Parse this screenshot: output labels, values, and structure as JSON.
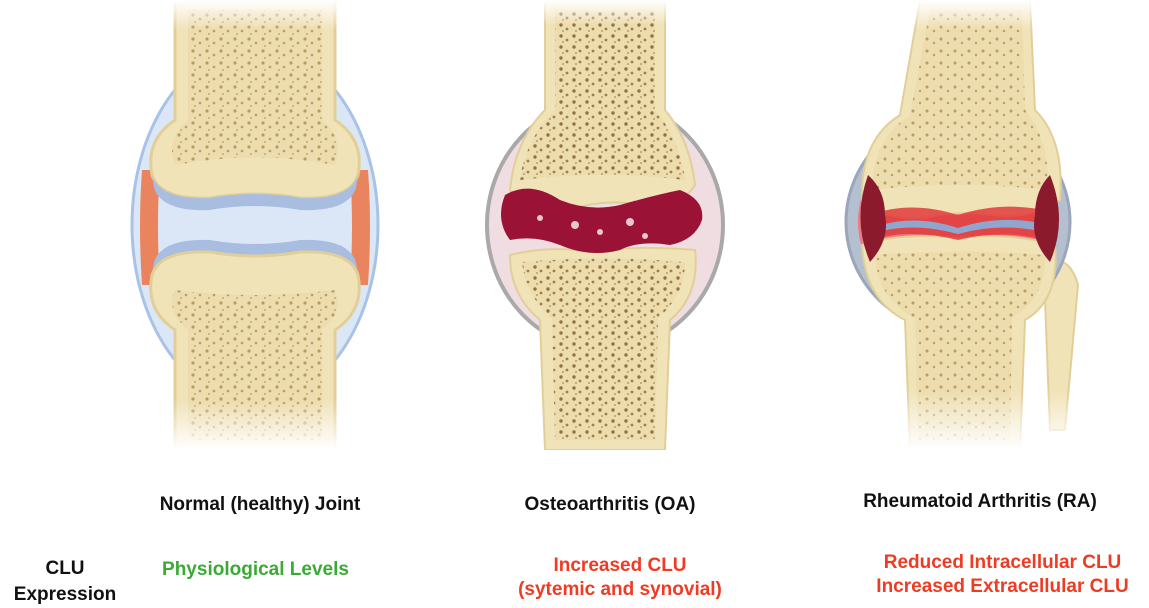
{
  "row_label": {
    "line1": "CLU",
    "line2": "Expression"
  },
  "panels": [
    {
      "title": "Normal (healthy) Joint",
      "expression": [
        "Physiological Levels"
      ],
      "expression_color": "#3aaa35"
    },
    {
      "title": "Osteoarthritis (OA)",
      "expression": [
        "Increased CLU",
        "(sytemic and synovial)"
      ],
      "expression_color": "#ee3b24"
    },
    {
      "title": "Rheumatoid Arthritis (RA)",
      "expression": [
        "Reduced Intracellular CLU",
        "Increased Extracellular CLU"
      ],
      "expression_color": "#ee3b24"
    }
  ],
  "colors": {
    "bone": "#f1e3b8",
    "bone_edge": "#e2cf98",
    "pore": "#b89e62",
    "cartilage": "#a9bde0",
    "synovial_fluid": "#dbe7f6",
    "capsule": "#a8c3e6",
    "synovium_normal": "#e9845e",
    "oa_lesion": "#9b1237",
    "ra_inflammation": "#e24a4a"
  }
}
